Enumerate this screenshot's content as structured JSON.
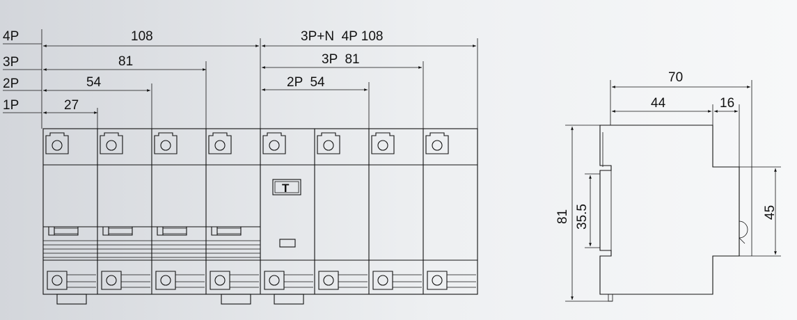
{
  "front_view": {
    "pole_labels": [
      "4P",
      "3P",
      "2P",
      "1P"
    ],
    "left_widths": [
      "108",
      "81",
      "54",
      "27"
    ],
    "rcd_dims": {
      "top": "3P+N  4P 108",
      "middle": "3P  81",
      "bottom": "2P  54"
    },
    "test_button_label": "T"
  },
  "side_view": {
    "width_total": "70",
    "width_front": "44",
    "width_back": "16",
    "height_total": "81",
    "rail_height": "35.5",
    "front_height": "45"
  }
}
